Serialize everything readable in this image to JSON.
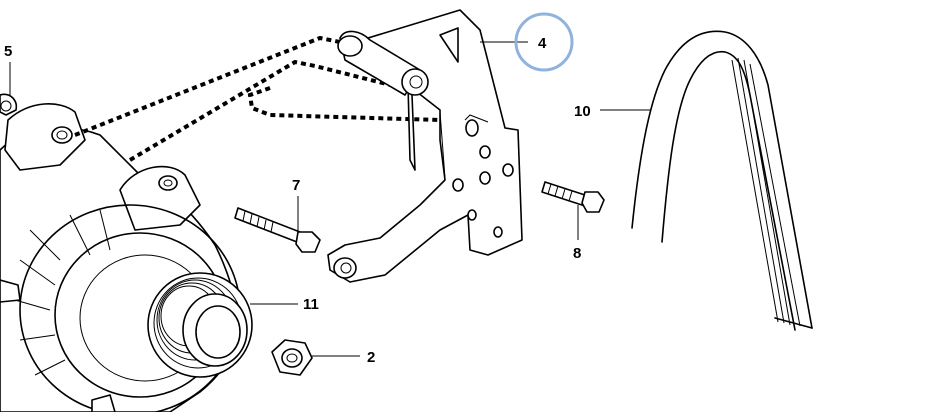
{
  "callouts": {
    "c5": "5",
    "c4": "4",
    "c10": "10",
    "c7": "7",
    "c8": "8",
    "c11": "11",
    "c2": "2"
  },
  "highlight": {
    "target": "4",
    "color": "#8fb3dc"
  },
  "line_color": "#000000"
}
